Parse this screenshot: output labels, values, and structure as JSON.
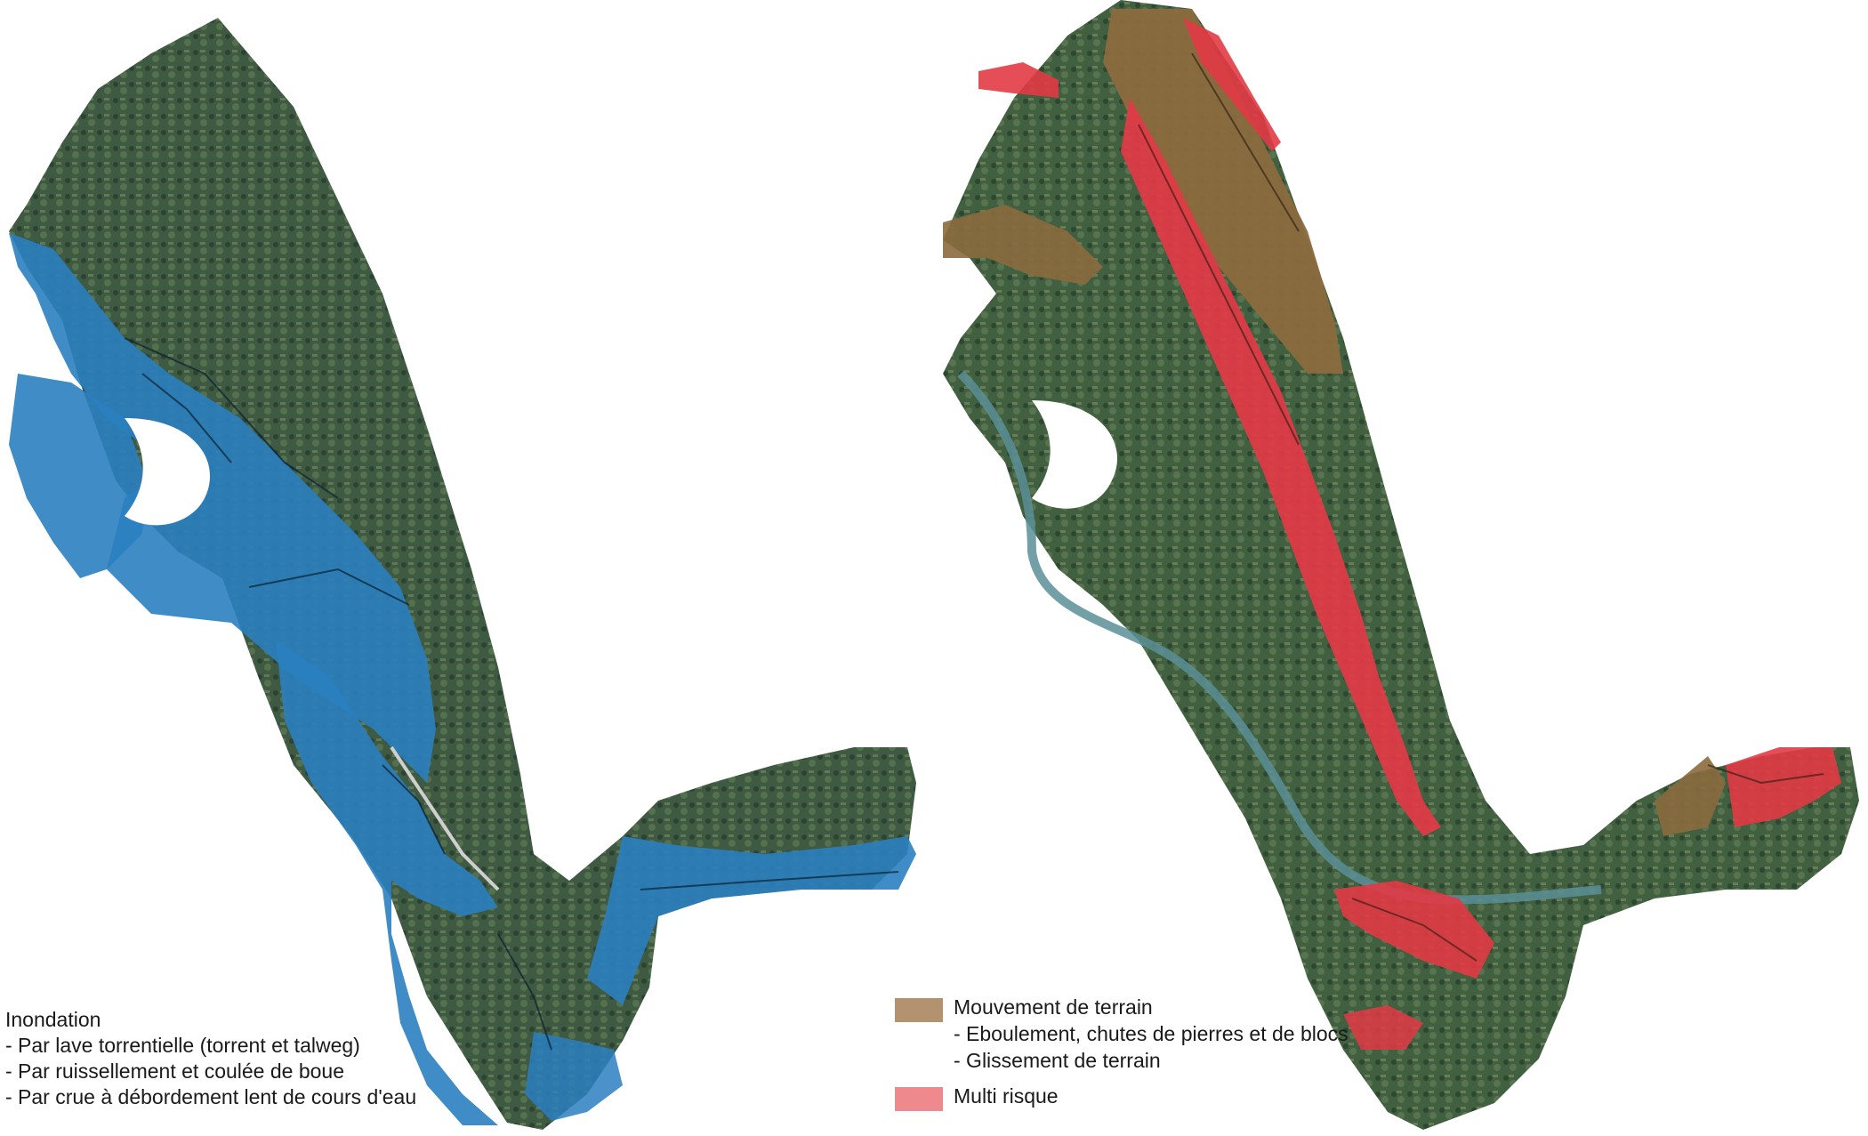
{
  "colors": {
    "terrain": "#3e5a42",
    "terrain_light": "#6f7f58",
    "forest": "#2c4330",
    "inondation": "#2a7fc0",
    "mouvement": "#8b6a3e",
    "glissement": "#e23a45",
    "multi_risque": "#ee8a8e",
    "swatch_mouvement": "#b39270",
    "river": "#5a8f98"
  },
  "left_legend": {
    "title": "Inondation",
    "items": [
      "- Par lave torrentielle (torrent et talweg)",
      "- Par ruissellement et coulée de boue",
      "- Par crue à  débordement lent de cours d'eau"
    ]
  },
  "right_legend": {
    "mouvement_title": "Mouvement de terrain",
    "mouvement_items": [
      "- Eboulement, chutes de pierres et de blocs",
      "- Glissement de terrain"
    ],
    "multi_title": "Multi risque"
  }
}
